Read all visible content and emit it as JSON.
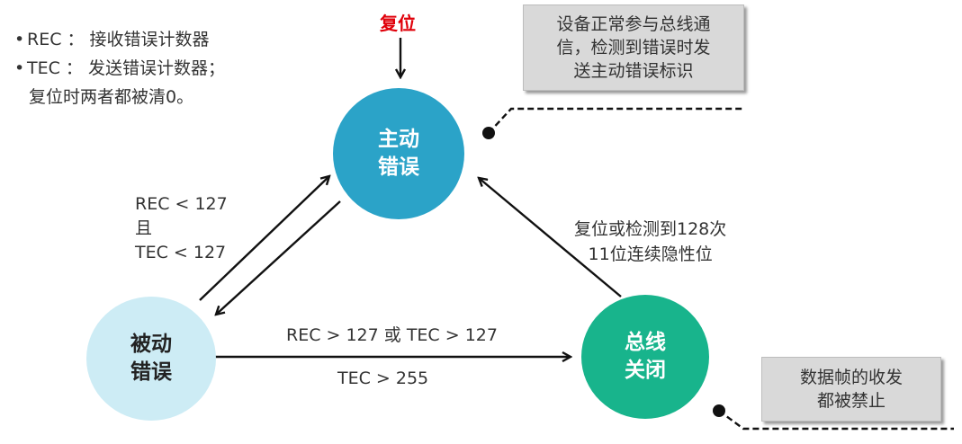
{
  "legend": {
    "items": [
      {
        "text": "REC ： 接收错误计数器"
      },
      {
        "text": "TEC ： 发送错误计数器；"
      }
    ],
    "continuation": "复位时两者都被清0。"
  },
  "reset_label": "复位",
  "states": {
    "error_active": {
      "line1": "主动",
      "line2": "错误"
    },
    "error_passive": {
      "line1": "被动",
      "line2": "错误"
    },
    "bus_off": {
      "line1": "总线",
      "line2": "关闭"
    }
  },
  "notes": {
    "active": [
      "设备正常参与总线通",
      "信，检测到错误时发",
      "送主动错误标识"
    ],
    "bus_off": [
      "数据帧的收发",
      "都被禁止"
    ]
  },
  "transitions": {
    "passive_to_active": [
      "REC < 127",
      "且",
      "TEC < 127"
    ],
    "passive_to_busoff_above": "REC > 127 或 TEC > 127",
    "passive_to_busoff_below": "TEC > 255",
    "busoff_to_active": [
      "复位或检测到128次",
      "11位连续隐性位"
    ]
  },
  "colors": {
    "error_active": "#2ba3c8",
    "error_passive": "#cdecf5",
    "bus_off": "#18b48c",
    "reset_text": "#e0000a",
    "note_bg": "#d9d9d9"
  }
}
